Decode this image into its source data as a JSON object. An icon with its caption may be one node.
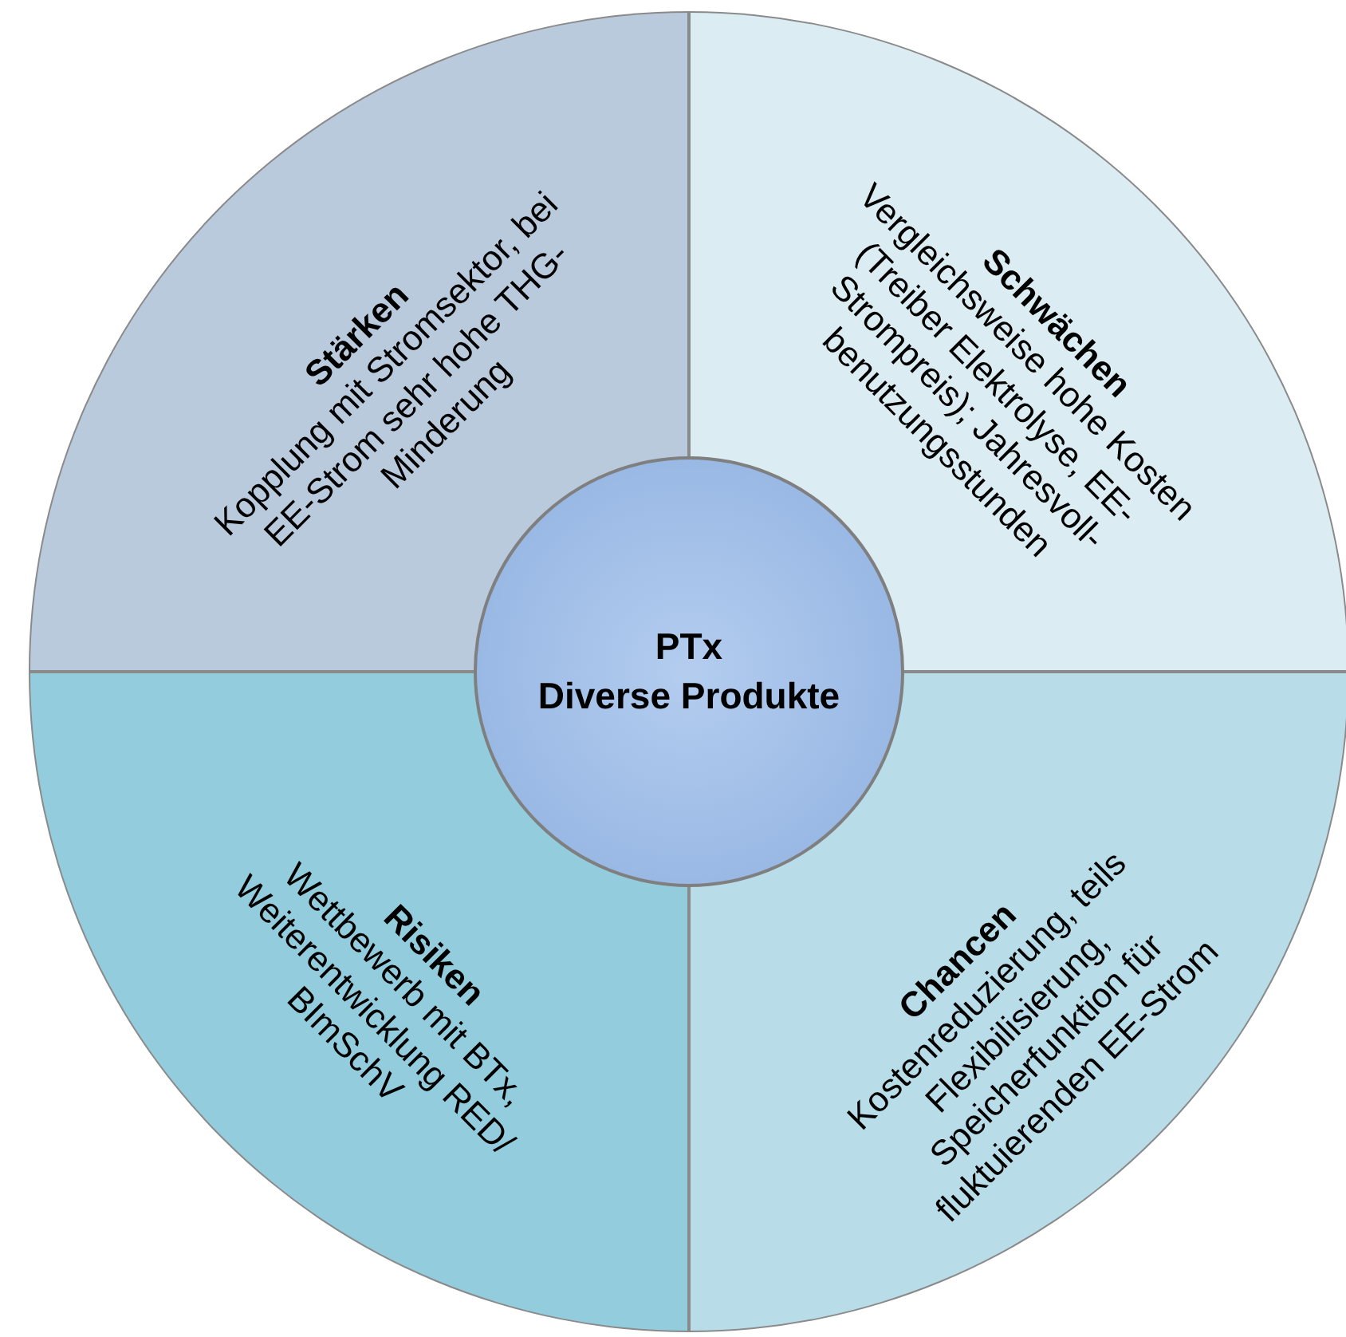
{
  "diagram": {
    "nodes": [
      {
        "text": [
          "PTx",
          "Diverse Produkte"
        ]
      },
      {
        "text": [
          "Stärken",
          "Kopplung mit Stromsektor, bei EE-Strom sehr hohe THG-Minderung"
        ]
      },
      {
        "text": [
          "Schwächen",
          "Vergleichsweise hohe Kosten (Treiber Elektrolyse, EE-Strompreis); Jahresvoll-benutzungsstunden"
        ]
      },
      {
        "text": [
          "Risiken",
          "Wettbewerb mit BTx, Weiterentwicklung RED/ BImSchV"
        ]
      },
      {
        "text": [
          "Chancen",
          "Kostenreduzierung, teils Flexibilisierung, Speicherfunktion für fluktuierenden EE-Strom"
        ]
      }
    ]
  }
}
